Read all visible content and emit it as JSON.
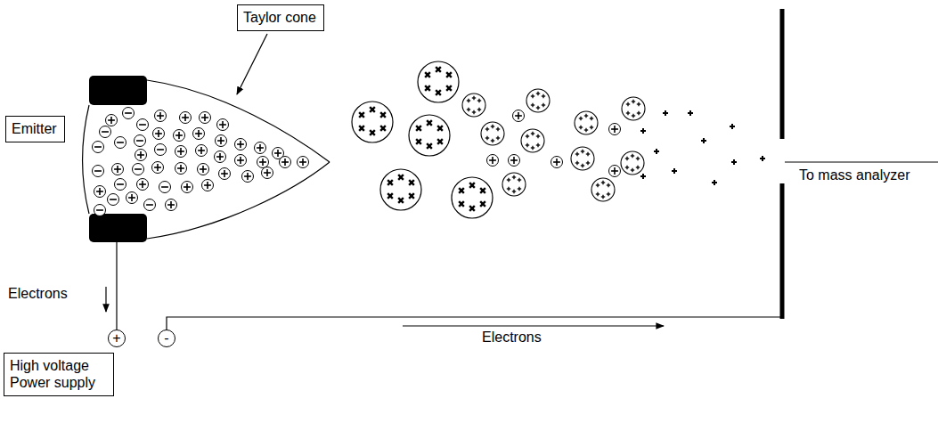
{
  "diagram": {
    "nodes": [
      {
        "text": [
          "Taylor cone"
        ]
      },
      {
        "text": [
          "Emitter"
        ]
      },
      {
        "text": [
          "+"
        ]
      },
      {
        "text": [
          "-"
        ]
      },
      {
        "text": [
          "High voltage Power supply"
        ]
      }
    ],
    "labels": [
      "Electrons",
      "Electrons",
      "To mass analyzer"
    ]
  }
}
